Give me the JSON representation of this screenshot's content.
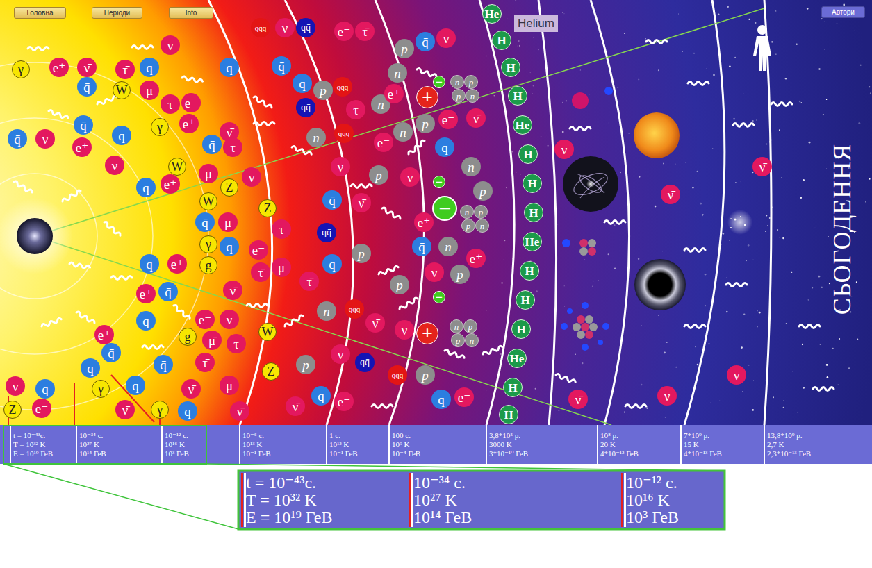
{
  "diagram": {
    "nodes": [
      {
        "text": [
          "Головна"
        ]
      },
      {
        "text": [
          "Періоди"
        ]
      },
      {
        "text": [
          "Info"
        ]
      },
      {
        "text": [
          "Автори"
        ]
      },
      {
        "text": [
          "Helium"
        ]
      },
      {
        "text": [
          "γ"
        ]
      },
      {
        "text": [
          "e⁺"
        ]
      },
      {
        "text": [
          "ν̄"
        ]
      },
      {
        "text": [
          "τ̄"
        ]
      },
      {
        "text": [
          "q"
        ]
      },
      {
        "text": [
          "ν"
        ]
      },
      {
        "text": [
          "q̄"
        ]
      },
      {
        "text": [
          "W"
        ]
      },
      {
        "text": [
          "μ"
        ]
      },
      {
        "text": [
          "τ"
        ]
      },
      {
        "text": [
          "e⁻"
        ]
      },
      {
        "text": [
          "q"
        ]
      },
      {
        "text": [
          "q̄"
        ]
      },
      {
        "text": [
          "γ"
        ]
      },
      {
        "text": [
          "e⁺"
        ]
      },
      {
        "text": [
          "ν̄"
        ]
      },
      {
        "text": [
          "q̄"
        ]
      },
      {
        "text": [
          "ν"
        ]
      },
      {
        "text": [
          "e⁺"
        ]
      },
      {
        "text": [
          "q"
        ]
      },
      {
        "text": [
          "ν"
        ]
      },
      {
        "text": [
          "W"
        ]
      },
      {
        "text": [
          "q̄"
        ]
      },
      {
        "text": [
          "τ"
        ]
      },
      {
        "text": [
          "μ"
        ]
      },
      {
        "text": [
          "ν"
        ]
      },
      {
        "text": [
          "Z"
        ]
      },
      {
        "text": [
          "q"
        ]
      },
      {
        "text": [
          "e⁺"
        ]
      },
      {
        "text": [
          "W"
        ]
      },
      {
        "text": [
          "q̄"
        ]
      },
      {
        "text": [
          "μ"
        ]
      },
      {
        "text": [
          "Z"
        ]
      },
      {
        "text": [
          "τ"
        ]
      },
      {
        "text": [
          "γ"
        ]
      },
      {
        "text": [
          "q"
        ]
      },
      {
        "text": [
          "e⁻"
        ]
      },
      {
        "text": [
          "q"
        ]
      },
      {
        "text": [
          "e⁺"
        ]
      },
      {
        "text": [
          "g"
        ]
      },
      {
        "text": [
          "τ̄"
        ]
      },
      {
        "text": [
          "μ"
        ]
      },
      {
        "text": [
          "e⁺"
        ]
      },
      {
        "text": [
          "q̄"
        ]
      },
      {
        "text": [
          "ν̄"
        ]
      },
      {
        "text": [
          "q"
        ]
      },
      {
        "text": [
          "e⁻"
        ]
      },
      {
        "text": [
          "ν"
        ]
      },
      {
        "text": [
          "W"
        ]
      },
      {
        "text": [
          "e⁺"
        ]
      },
      {
        "text": [
          "q̄"
        ]
      },
      {
        "text": [
          "g"
        ]
      },
      {
        "text": [
          "μ̄"
        ]
      },
      {
        "text": [
          "τ"
        ]
      },
      {
        "text": [
          "q"
        ]
      },
      {
        "text": [
          "q̄"
        ]
      },
      {
        "text": [
          "τ̄"
        ]
      },
      {
        "text": [
          "Z"
        ]
      },
      {
        "text": [
          "ν"
        ]
      },
      {
        "text": [
          "q"
        ]
      },
      {
        "text": [
          "γ"
        ]
      },
      {
        "text": [
          "q"
        ]
      },
      {
        "text": [
          "ν̄"
        ]
      },
      {
        "text": [
          "μ"
        ]
      },
      {
        "text": [
          "e⁻"
        ]
      },
      {
        "text": [
          "Z"
        ]
      },
      {
        "text": [
          "ν̄"
        ]
      },
      {
        "text": [
          "γ"
        ]
      },
      {
        "text": [
          "q"
        ]
      },
      {
        "text": [
          "ν̄"
        ]
      },
      {
        "text": [
          "qqq"
        ]
      },
      {
        "text": [
          "ν"
        ]
      },
      {
        "text": [
          "qq̄"
        ]
      },
      {
        "text": [
          "q̄"
        ]
      },
      {
        "text": [
          "e⁻"
        ]
      },
      {
        "text": [
          "τ̄"
        ]
      },
      {
        "text": [
          "q"
        ]
      },
      {
        "text": [
          "p"
        ]
      },
      {
        "text": [
          "qqq"
        ]
      },
      {
        "text": [
          "qq̄"
        ]
      },
      {
        "text": [
          "τ"
        ]
      },
      {
        "text": [
          "n"
        ]
      },
      {
        "text": [
          "qqq"
        ]
      },
      {
        "text": [
          "n"
        ]
      },
      {
        "text": [
          "e⁻"
        ]
      },
      {
        "text": [
          "ν"
        ]
      },
      {
        "text": [
          "p"
        ]
      },
      {
        "text": [
          "q̄"
        ]
      },
      {
        "text": [
          "ν̄"
        ]
      },
      {
        "text": [
          "qq̄"
        ]
      },
      {
        "text": [
          "p"
        ]
      },
      {
        "text": [
          "q"
        ]
      },
      {
        "text": [
          "τ̄"
        ]
      },
      {
        "text": [
          "n"
        ]
      },
      {
        "text": [
          "qqq"
        ]
      },
      {
        "text": [
          "ν̄"
        ]
      },
      {
        "text": [
          "ν"
        ]
      },
      {
        "text": [
          "qq̄"
        ]
      },
      {
        "text": [
          "p"
        ]
      },
      {
        "text": [
          "q"
        ]
      },
      {
        "text": [
          "e⁻"
        ]
      },
      {
        "text": [
          "ν̄"
        ]
      },
      {
        "text": [
          "p"
        ]
      },
      {
        "text": [
          "q̄"
        ]
      },
      {
        "text": [
          "ν"
        ]
      },
      {
        "text": [
          "n"
        ]
      },
      {
        "text": [
          "e⁺"
        ]
      },
      {
        "text": [
          "+"
        ]
      },
      {
        "text": [
          "−"
        ]
      },
      {
        "text": [
          "n"
        ]
      },
      {
        "text": [
          "p"
        ]
      },
      {
        "text": [
          "p"
        ]
      },
      {
        "text": [
          "n"
        ]
      },
      {
        "text": [
          "n"
        ]
      },
      {
        "text": [
          "p"
        ]
      },
      {
        "text": [
          "e⁻"
        ]
      },
      {
        "text": [
          "ν̄"
        ]
      },
      {
        "text": [
          "q"
        ]
      },
      {
        "text": [
          "n"
        ]
      },
      {
        "text": [
          "p"
        ]
      },
      {
        "text": [
          "−"
        ]
      },
      {
        "text": [
          "−"
        ]
      },
      {
        "text": [
          "e⁺"
        ]
      },
      {
        "text": [
          "n"
        ]
      },
      {
        "text": [
          "p"
        ]
      },
      {
        "text": [
          "p"
        ]
      },
      {
        "text": [
          "n"
        ]
      },
      {
        "text": [
          "ν"
        ]
      },
      {
        "text": [
          "q̄"
        ]
      },
      {
        "text": [
          "n"
        ]
      },
      {
        "text": [
          "e⁺"
        ]
      },
      {
        "text": [
          "ν"
        ]
      },
      {
        "text": [
          "p"
        ]
      },
      {
        "text": [
          "−"
        ]
      },
      {
        "text": [
          "p"
        ]
      },
      {
        "text": [
          "+"
        ]
      },
      {
        "text": [
          "n"
        ]
      },
      {
        "text": [
          "p"
        ]
      },
      {
        "text": [
          "p"
        ]
      },
      {
        "text": [
          "n"
        ]
      },
      {
        "text": [
          "ν"
        ]
      },
      {
        "text": [
          "p"
        ]
      },
      {
        "text": [
          "qqq"
        ]
      },
      {
        "text": [
          "q"
        ]
      },
      {
        "text": [
          "e⁻"
        ]
      },
      {
        "text": [
          "He"
        ]
      },
      {
        "text": [
          "H"
        ]
      },
      {
        "text": [
          "H"
        ]
      },
      {
        "text": [
          "H"
        ]
      },
      {
        "text": [
          "He"
        ]
      },
      {
        "text": [
          "H"
        ]
      },
      {
        "text": [
          "H"
        ]
      },
      {
        "text": [
          "H"
        ]
      },
      {
        "text": [
          "He"
        ]
      },
      {
        "text": [
          "H"
        ]
      },
      {
        "text": [
          "H"
        ]
      },
      {
        "text": [
          "H"
        ]
      },
      {
        "text": [
          "He"
        ]
      },
      {
        "text": [
          "H"
        ]
      },
      {
        "text": [
          "H"
        ]
      },
      {
        "text": [
          "ν"
        ]
      },
      {
        "text": [
          "ν̄"
        ]
      },
      {
        "text": [
          "ν̄"
        ]
      },
      {
        "text": [
          "ν"
        ]
      },
      {
        "text": [
          "ν̄"
        ]
      },
      {
        "text": [
          "ν"
        ]
      },
      {
        "text": [
          "t = 10⁻⁴³с.",
          "T = 10³² K",
          "E = 10¹⁹ ГеВ"
        ]
      },
      {
        "text": [
          "10⁻³⁴ с.",
          "10²⁷ K",
          "10¹⁴ ГеВ"
        ]
      },
      {
        "text": [
          "10⁻¹² с.",
          "10¹⁶ K",
          "10³ ГеВ"
        ]
      },
      {
        "text": [
          "10⁻⁶ с.",
          "10¹³ K",
          "10⁻¹ ГеВ"
        ]
      },
      {
        "text": [
          "1 с.",
          "10¹² K",
          "10⁻¹ ГеВ"
        ]
      },
      {
        "text": [
          "100 с.",
          "10⁹ K",
          "10⁻⁴ ГеВ"
        ]
      },
      {
        "text": [
          "3,8*10⁵ р.",
          "3000 K",
          "3*10⁻¹⁰ ГеВ"
        ]
      },
      {
        "text": [
          "10⁸ р.",
          "20 K",
          "4*10⁻¹² ГеВ"
        ]
      },
      {
        "text": [
          "7*10⁹ р.",
          "15 K",
          "4*10⁻¹³ ГеВ"
        ]
      },
      {
        "text": [
          "13,8*10⁹ р.",
          "2,7 K",
          "2,3*10⁻¹³ ГеВ"
        ]
      },
      {
        "text": [
          "t = 10⁻⁴³с.",
          "T = 10³² K",
          "E = 10¹⁹ ГеВ"
        ]
      },
      {
        "text": [
          "10⁻³⁴ с.",
          "10²⁷ K",
          "10¹⁴ ГеВ"
        ]
      },
      {
        "text": [
          "10⁻¹² с.",
          "10¹⁶ K",
          "10³ ГеВ"
        ]
      }
    ],
    "labels": [
      "СЬОГОДЕННЯ"
    ]
  }
}
